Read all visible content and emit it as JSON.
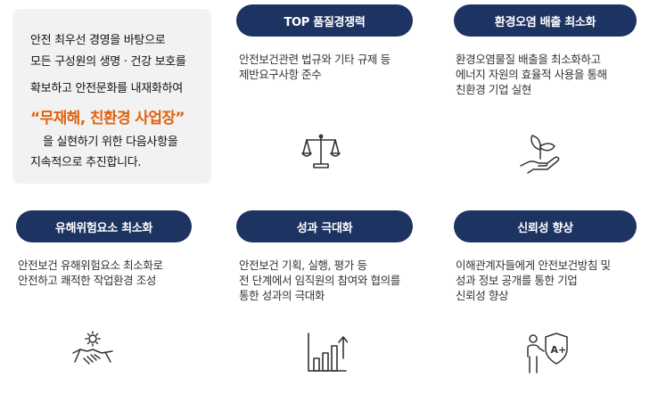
{
  "intro": {
    "line1": "안전 최우선 경영을 바탕으로",
    "line2": "모든 구성원의 생명 · 건강 보호를",
    "line3": "확보하고 안전문화를 내재화하여",
    "slogan": "“무재해, 친환경 사업장”",
    "line4": "을  실현하기 위한 다음사항을",
    "line5": "지속적으로 추진합니다."
  },
  "cards": [
    {
      "title": "TOP 품질경쟁력",
      "desc": [
        "안전보건관련 법규와 기타 규제 등",
        "제반요구사항 준수"
      ],
      "icon": "scale-icon"
    },
    {
      "title": "환경오염 배출 최소화",
      "desc": [
        "환경오염물질 배출을 최소화하고",
        "에너지 자원의 효율적 사용을 통해",
        "친환경 기업 실현"
      ],
      "icon": "hand-plant-icon"
    },
    {
      "title": "유해위험요소 최소화",
      "desc": [
        "안전보건 유해위험요소 최소화로",
        "안전하고 쾌적한 작업환경 조성"
      ],
      "icon": "handshake-gear-icon"
    },
    {
      "title": "성과 극대화",
      "desc": [
        "안전보건 기획, 실행, 평가 등",
        "전 단계에서 임직원의 참여와 협의를",
        "통한 성과의 극대화"
      ],
      "icon": "bar-growth-icon"
    },
    {
      "title": "신뢰성 향상",
      "desc": [
        "이해관계자들에게 안전보건방침 및",
        "성과 정보 공개를 통한 기업",
        "신뢰성 향상"
      ],
      "icon": "person-shield-icon"
    }
  ],
  "shield_badge": "A+",
  "colors": {
    "pill": "#1d3462",
    "slogan": "#e0620e",
    "intro_bg": "#f2f2f2"
  }
}
